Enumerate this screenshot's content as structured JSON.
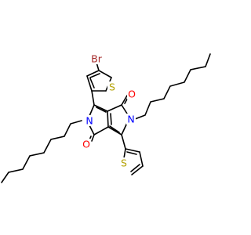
{
  "atoms": {
    "br": {
      "text": "Br",
      "color": "#a52a2a"
    },
    "s_bromothiophene": {
      "text": "S",
      "color": "#b3a100"
    },
    "s_thiophene": {
      "text": "S",
      "color": "#b3a100"
    },
    "n_left": {
      "text": "N",
      "color": "#0000ff"
    },
    "n_right": {
      "text": "N",
      "color": "#0000ff"
    },
    "o_top": {
      "text": "O",
      "color": "#ff0000"
    },
    "o_bottom": {
      "text": "O",
      "color": "#ff0000"
    }
  },
  "colors": {
    "bond": "#000000",
    "background": "#ffffff"
  }
}
